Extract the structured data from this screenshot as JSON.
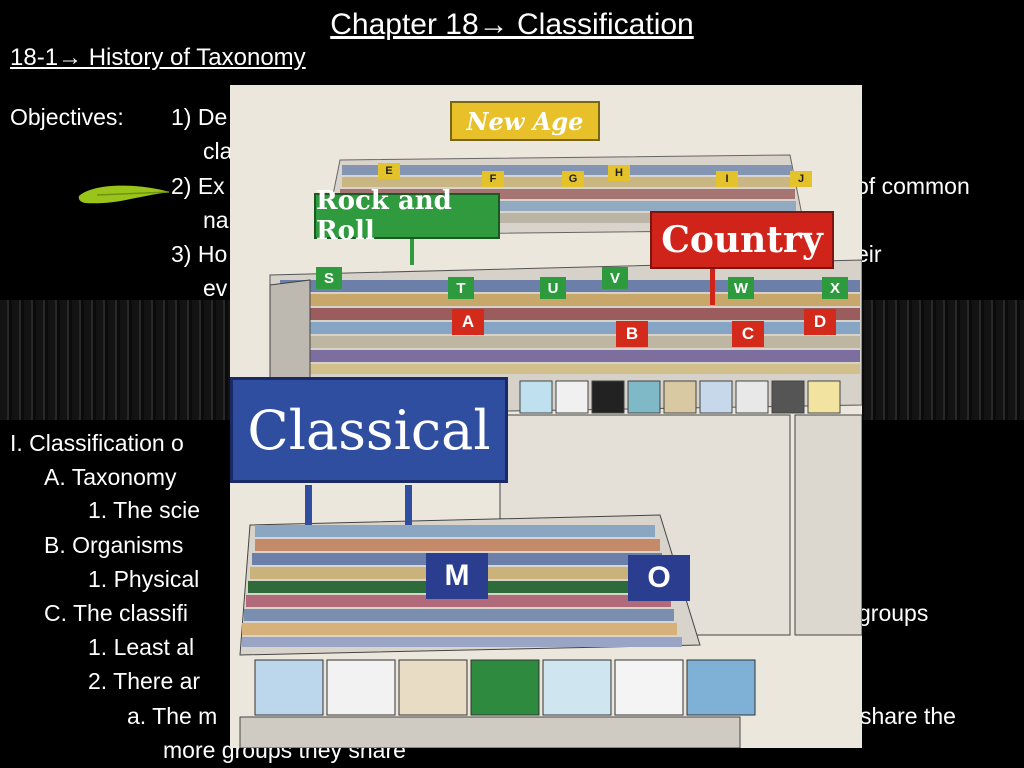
{
  "header": {
    "title": "Chapter 18→ Classification",
    "section": "18-1→ History of Taxonomy"
  },
  "objectives": {
    "label": "Objectives:",
    "items": [
      {
        "line1": "1) De",
        "line2": "cla"
      },
      {
        "line1": "2) Ex",
        "line1_right": "of common",
        "line2": "na"
      },
      {
        "line1": "3) Ho",
        "line1_right": "eir",
        "line2": "ev"
      }
    ]
  },
  "outline": {
    "lines": [
      "I.  Classification o",
      "A.  Taxonomy",
      "1.  The scie",
      "B.  Organisms",
      "1.  Physical",
      "C.  The classifi",
      "1.  Least al",
      "2.  There ar",
      "a.  The m",
      "more groups they share"
    ],
    "right_fragments": {
      "c_right": "groups",
      "a_right": "share the"
    }
  },
  "illustration": {
    "signs": {
      "new_age": "New Age",
      "rock": "Rock and Roll",
      "country": "Country",
      "classical": "Classical"
    },
    "tabs": {
      "yellow": [
        "E",
        "F",
        "G",
        "H",
        "I",
        "J"
      ],
      "green": [
        "S",
        "T",
        "U",
        "V",
        "W",
        "X"
      ],
      "red": [
        "A",
        "B",
        "C",
        "D"
      ],
      "blue": [
        "M",
        "O"
      ]
    },
    "colors": {
      "new_age": "#e8c12a",
      "rock": "#2f9a3e",
      "country": "#d0231a",
      "classical": "#2f4ea0"
    }
  }
}
